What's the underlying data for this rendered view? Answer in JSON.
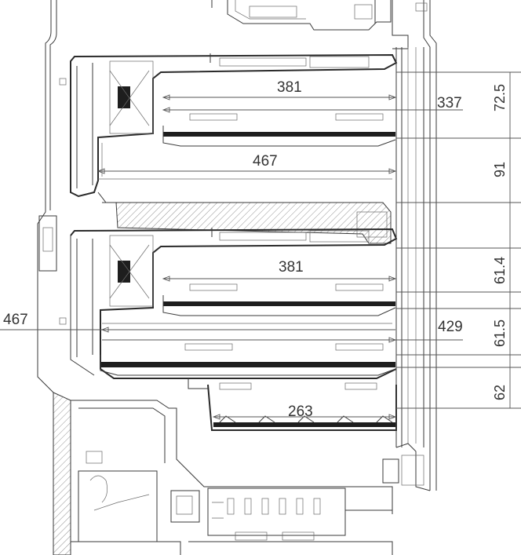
{
  "dimensions": {
    "rack_upper_width": "381",
    "rack_upper_depth": "337",
    "cavity_upper_depth": "467",
    "rack_lower_width": "381",
    "cavity_lower_depth_left": "467",
    "rack_lower_depth": "429",
    "drawer_width": "263",
    "height_upper_top": "72.5",
    "height_upper_bottom": "91",
    "height_lower_top": "61.4",
    "height_lower_middle": "61.5",
    "height_drawer": "62"
  },
  "colors": {
    "line": "#3a3a3a",
    "shelf": "#1e1e1e",
    "background": "#ffffff"
  }
}
